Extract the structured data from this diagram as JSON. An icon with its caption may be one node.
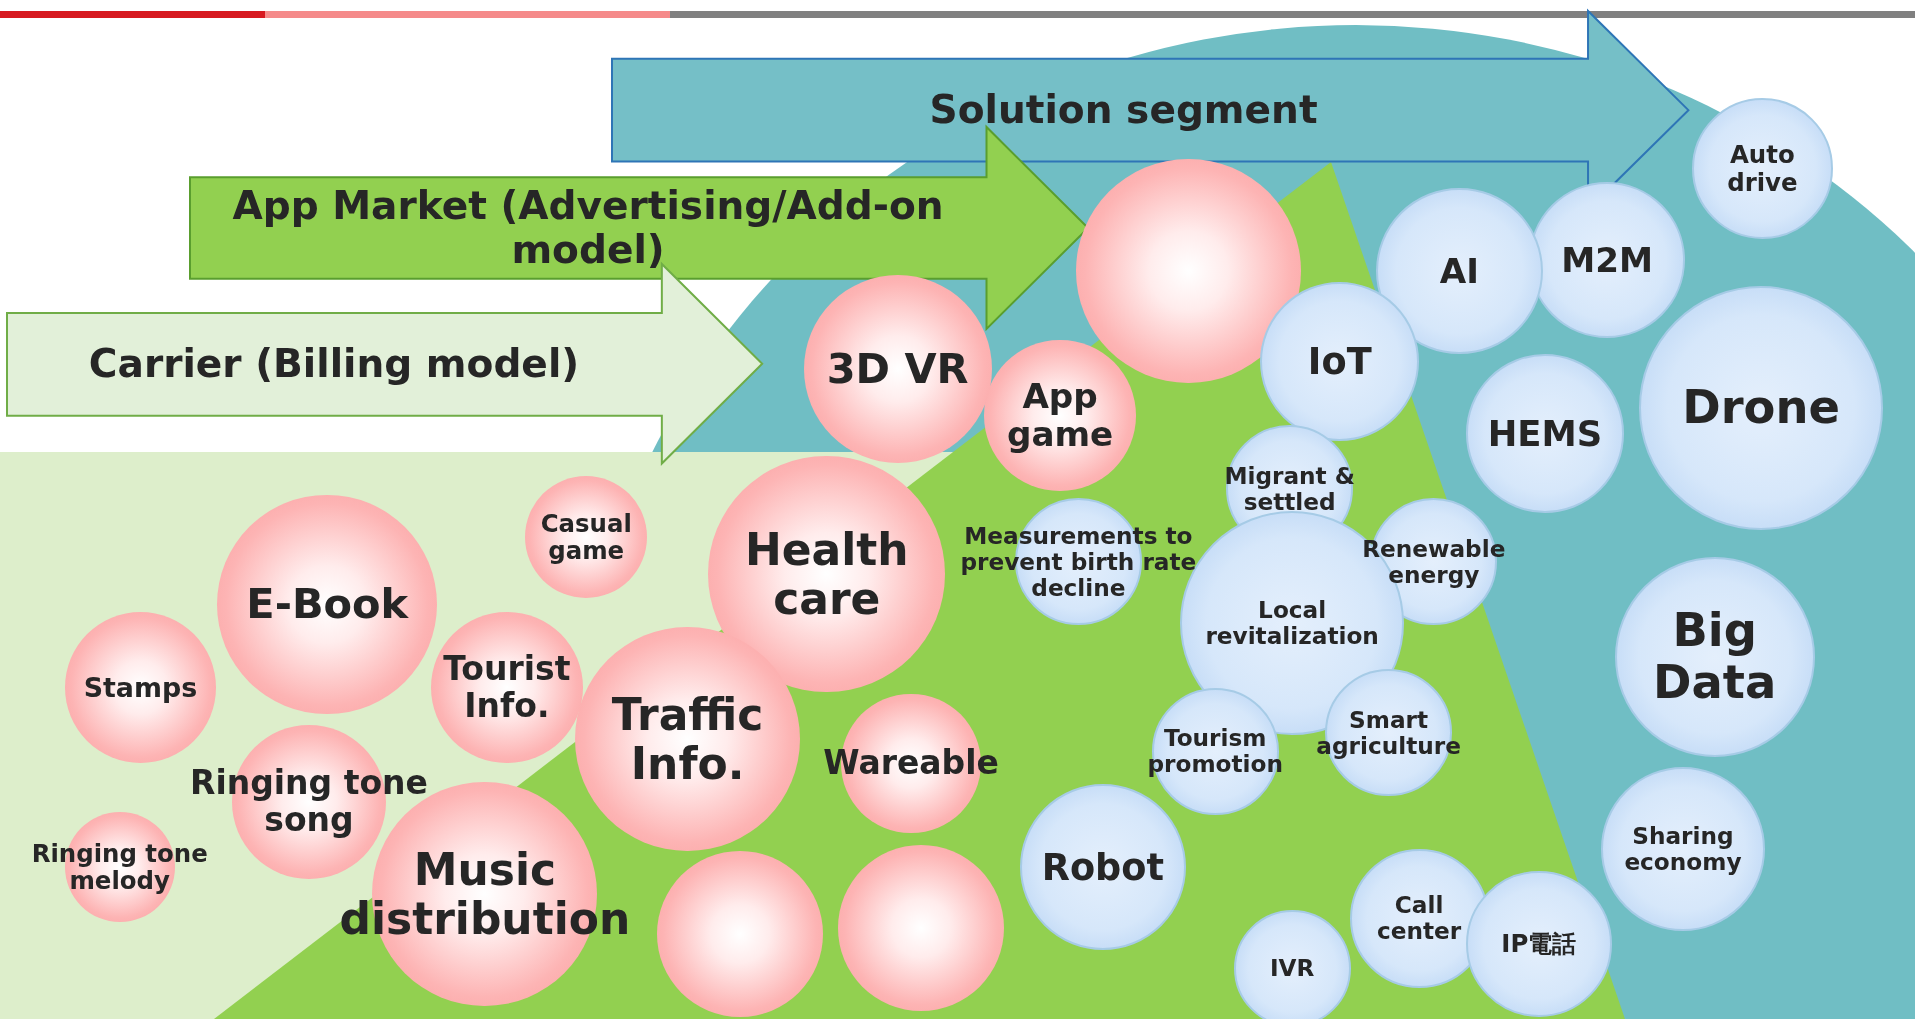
{
  "diagram": {
    "nodes": [
      {
        "text": [
          "Solution segment"
        ]
      },
      {
        "text": [
          "App Market (Advertising/Add-on model)"
        ]
      },
      {
        "text": [
          "Carrier (Billing model)"
        ]
      },
      {
        "text": [],
        "shape": "circle"
      },
      {
        "text": [
          "3D VR"
        ]
      },
      {
        "text": [
          "App game"
        ]
      },
      {
        "text": [
          "Casual game"
        ]
      },
      {
        "text": [
          "Health care"
        ]
      },
      {
        "text": [
          "E-Book"
        ]
      },
      {
        "text": [
          "Stamps"
        ]
      },
      {
        "text": [
          "Tourist Info."
        ]
      },
      {
        "text": [
          "Traffic Info."
        ]
      },
      {
        "text": [
          "Wareable"
        ]
      },
      {
        "text": [
          "Ringing tone song"
        ]
      },
      {
        "text": [
          "Ringing tone melody"
        ]
      },
      {
        "text": [
          "Music distribution"
        ]
      },
      {
        "text": [],
        "shape": "circle"
      },
      {
        "text": [],
        "shape": "circle"
      },
      {
        "text": [
          "Auto drive"
        ]
      },
      {
        "text": [
          "M2M"
        ]
      },
      {
        "text": [
          "AI"
        ]
      },
      {
        "text": [
          "IoT"
        ]
      },
      {
        "text": [
          "HEMS"
        ]
      },
      {
        "text": [
          "Drone"
        ]
      },
      {
        "text": [
          "Migrant & settled"
        ]
      },
      {
        "text": [
          "Measurements to prevent birth rate decline"
        ]
      },
      {
        "text": [
          "Renewable energy"
        ]
      },
      {
        "text": [
          "Local revitalization"
        ]
      },
      {
        "text": [
          "Big Data"
        ]
      },
      {
        "text": [
          "Tourism promotion"
        ]
      },
      {
        "text": [
          "Smart agriculture"
        ]
      },
      {
        "text": [
          "Sharing economy"
        ]
      },
      {
        "text": [
          "Robot"
        ]
      },
      {
        "text": [
          "Call center"
        ]
      },
      {
        "text": [
          "IVR"
        ]
      },
      {
        "text": [
          "IP電話"
        ]
      }
    ]
  }
}
